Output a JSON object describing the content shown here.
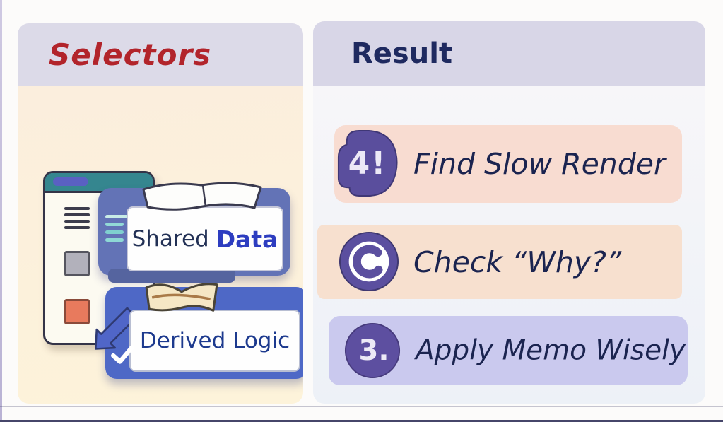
{
  "illustration": {
    "left_panel": {
      "title": "Selectors",
      "title_color": "#b2242b",
      "header_bg": "#dcdae8",
      "body_bg": "#fbeedd",
      "browser_card": {
        "icons": [
          "menu-lines-icon",
          "gray-square-icon",
          "orange-square-icon"
        ],
        "topbar_color": "#35868f",
        "pill_color": "#5a60c2",
        "gray_square_color": "#b2b1bb",
        "orange_square_color": "#e87a5d"
      },
      "shared_data_badge": {
        "word1": "Shared",
        "word2": "Data",
        "bg": "#6373b6",
        "word1_color": "#223055",
        "word2_color": "#2d3dc0",
        "icon": "ribbon-banner-icon"
      },
      "derived_logic_badge": {
        "label": "Derived Logic",
        "bg": "#4e68c6",
        "label_color": "#1d3a8e",
        "icons": [
          "ribbon-banner-icon",
          "arrow-down-left-icon",
          "check-icon"
        ]
      }
    },
    "right_panel": {
      "title": "Result",
      "title_color": "#1f2a60",
      "header_bg": "#d8d6e7",
      "items": [
        {
          "badge": "4!",
          "label": "Find Slow Render",
          "bg": "#f8dcd1",
          "icon": "shield-badge-icon",
          "badge_color": "#5a4e9d"
        },
        {
          "badge": "",
          "label": "Check “Why?”",
          "bg": "#f7e0cf",
          "icon": "circular-arrow-icon",
          "badge_color": "#5b4f9f"
        },
        {
          "badge": "3.",
          "label": "Apply Memo Wisely",
          "bg": "#cac9ee",
          "icon": "number-3-circle-icon",
          "badge_color": "#5d4fa0"
        }
      ]
    }
  }
}
